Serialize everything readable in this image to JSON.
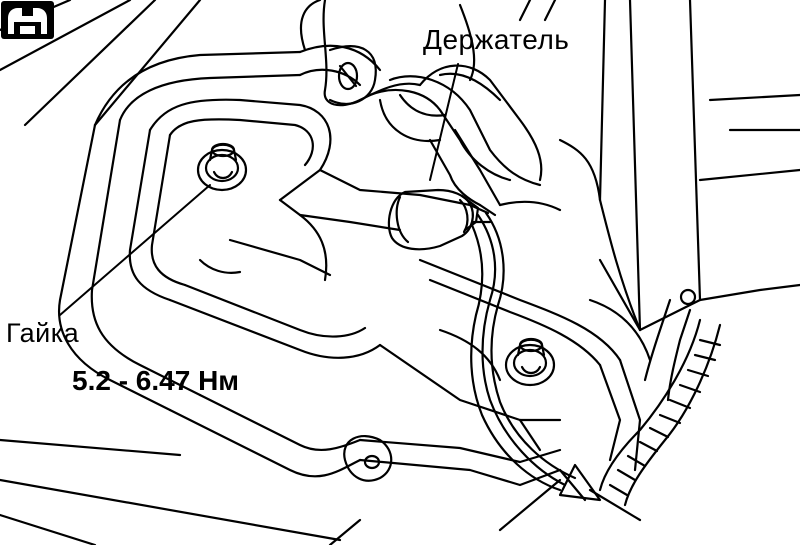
{
  "labels": {
    "holder": "Держатель",
    "nut": "Гайка",
    "torque": "5.2 - 6.47 Нм"
  },
  "icons": {
    "torque": "torque-wrench-icon"
  },
  "colors": {
    "line": "#000000",
    "background": "#ffffff"
  }
}
